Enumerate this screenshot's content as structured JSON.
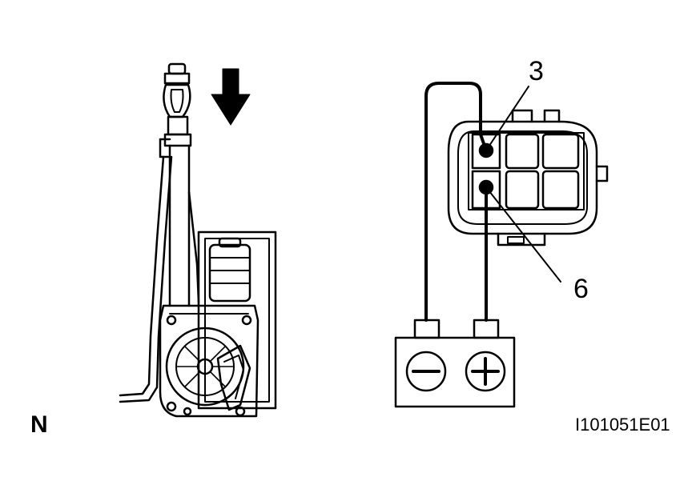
{
  "labels": {
    "terminal_3": "3",
    "terminal_6": "6",
    "corner_mark": "N",
    "figure_code": "I101051E01"
  },
  "colors": {
    "line": "#000000",
    "background": "#ffffff"
  },
  "icons": {
    "arrow": "down-arrow-icon",
    "battery_negative": "minus-icon",
    "battery_positive": "plus-icon"
  }
}
